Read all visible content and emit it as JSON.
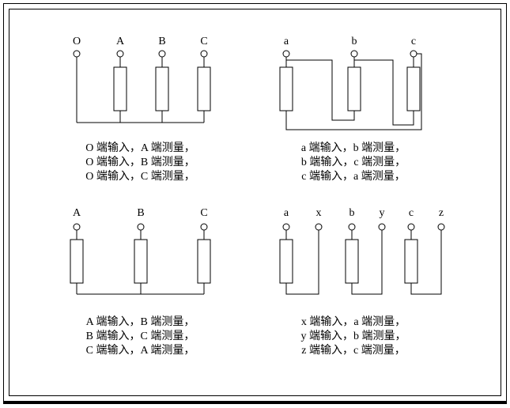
{
  "page": {
    "background": "#ffffff",
    "line_color": "#000000"
  },
  "diagrams": {
    "top_left": {
      "terminals": [
        "O",
        "A",
        "B",
        "C"
      ],
      "captions": [
        "O 端输入，A 端测量，",
        "O 端输入，B 端测量，",
        "O 端输入，C 端测量，"
      ]
    },
    "top_right": {
      "terminals": [
        "a",
        "b",
        "c"
      ],
      "captions": [
        "a 端输入，b 端测量，",
        "b 端输入，c 端测量，",
        "c 端输入，a 端测量，"
      ]
    },
    "bottom_left": {
      "terminals": [
        "A",
        "B",
        "C"
      ],
      "captions": [
        "A 端输入，B 端测量，",
        "B 端输入，C 端测量，",
        "C 端输入，A 端测量，"
      ]
    },
    "bottom_right": {
      "terminals": [
        "a",
        "x",
        "b",
        "y",
        "c",
        "z"
      ],
      "captions": [
        "x 端输入，a 端测量，",
        "y 端输入，b 端测量，",
        "z 端输入，c 端测量，"
      ]
    }
  }
}
